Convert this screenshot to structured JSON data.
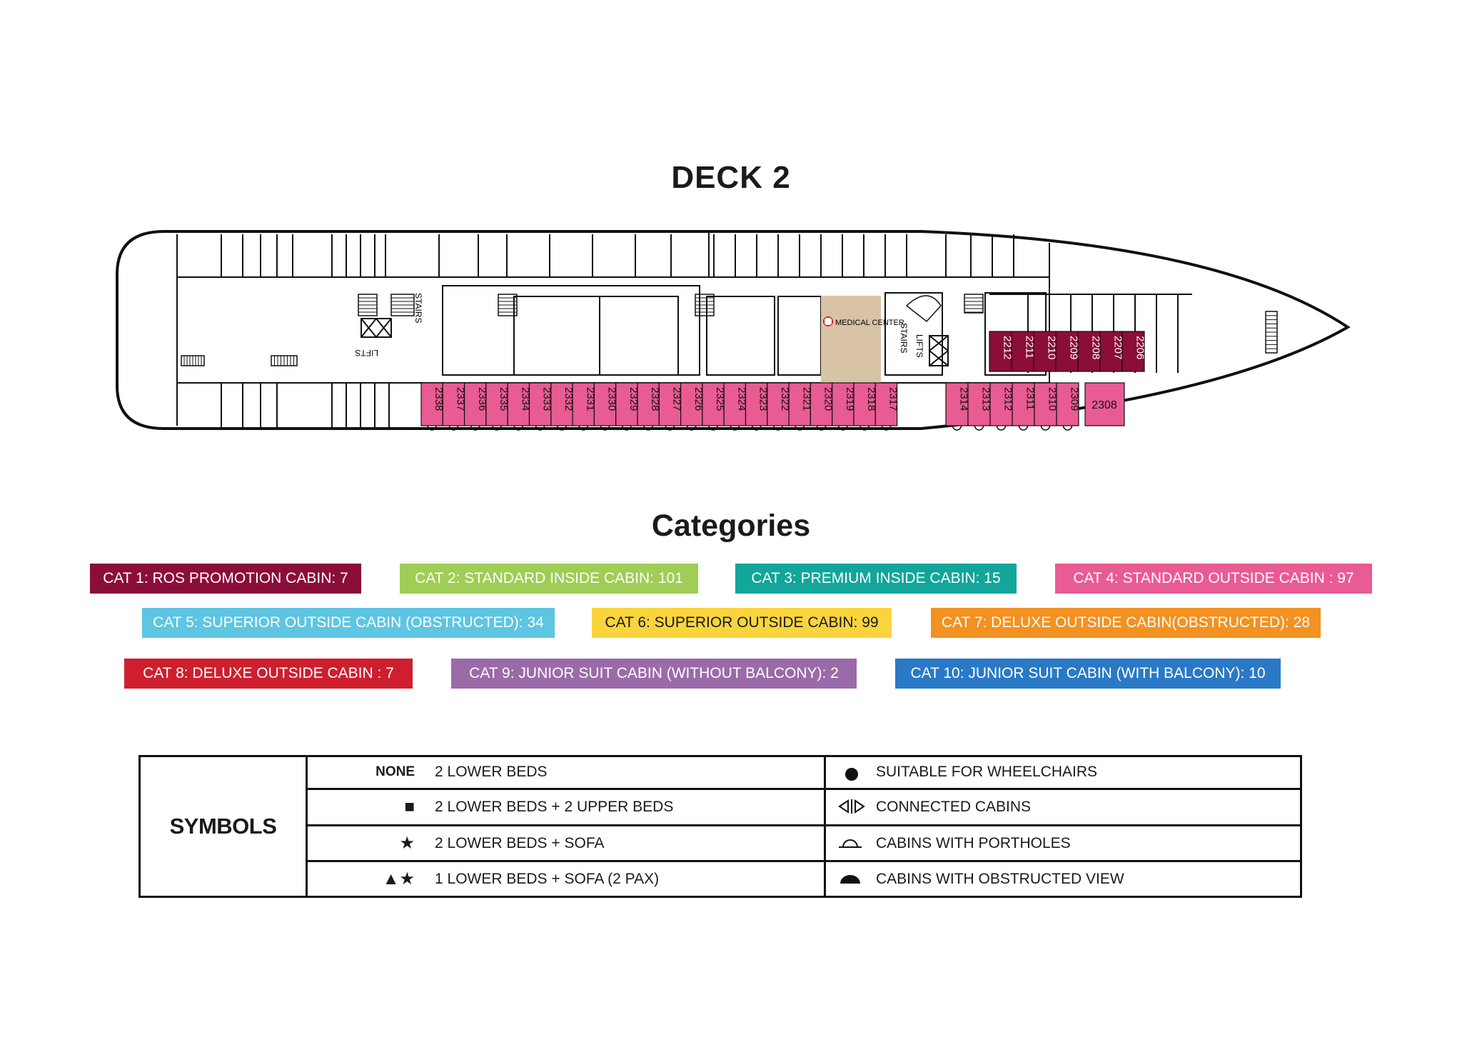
{
  "deck_title": "DECK 2",
  "plan": {
    "stairs_label": "STAIRS",
    "lifts_label": "LIFTS",
    "medical_center_label": "MEDICAL CENTER",
    "cabins_lower_aft": [
      "2338",
      "2337",
      "2336",
      "2335",
      "2334",
      "2333",
      "2332",
      "2331",
      "2330",
      "2329",
      "2328",
      "2327",
      "2326",
      "2325",
      "2324",
      "2323",
      "2322",
      "2321",
      "2320",
      "2319",
      "2318",
      "2317"
    ],
    "cabins_lower_fwd": [
      "2314",
      "2313",
      "2312",
      "2311",
      "2310",
      "2309"
    ],
    "cabin_2308": "2308",
    "cabins_upper": [
      "2212",
      "2211",
      "2210",
      "2209",
      "2208",
      "2207",
      "2206"
    ],
    "colors": {
      "cat1": "#8b0d3a",
      "cat4": "#e95b93",
      "medical": "#d9c3a5"
    }
  },
  "categories_title": "Categories",
  "categories": [
    {
      "label": "CAT 1: ROS PROMOTION CABIN: 7",
      "color": "#8b0d3a"
    },
    {
      "label": "CAT 2: STANDARD INSIDE CABIN: 101",
      "color": "#9fcd55"
    },
    {
      "label": "CAT 3: PREMIUM INSIDE CABIN: 15",
      "color": "#12a59a"
    },
    {
      "label": "CAT 4: STANDARD OUTSIDE CABIN : 97",
      "color": "#e95b93"
    },
    {
      "label": "CAT 5: SUPERIOR OUTSIDE CABIN (OBSTRUCTED): 34",
      "color": "#5ec5e2"
    },
    {
      "label": "CAT 6: SUPERIOR OUTSIDE CABIN: 99",
      "color": "#f9d43d"
    },
    {
      "label": "CAT 7: DELUXE OUTSIDE CABIN(OBSTRUCTED): 28",
      "color": "#f39121"
    },
    {
      "label": "CAT 8: DELUXE OUTSIDE CABIN : 7",
      "color": "#cf1f2e"
    },
    {
      "label": "CAT 9: JUNIOR SUIT CABIN (WITHOUT BALCONY): 2",
      "color": "#9b6aa9"
    },
    {
      "label": "CAT 10: JUNIOR SUIT CABIN (WITH BALCONY): 10",
      "color": "#2a79c7"
    }
  ],
  "symbols": {
    "heading": "SYMBOLS",
    "left": [
      {
        "glyph": "NONE",
        "icon": "none",
        "text": "2 LOWER BEDS"
      },
      {
        "glyph": "■",
        "icon": "square-icon",
        "text": "2 LOWER BEDS + 2 UPPER BEDS"
      },
      {
        "glyph": "★",
        "icon": "star-icon",
        "text": "2 LOWER BEDS + SOFA"
      },
      {
        "glyph": "▲★",
        "icon": "triangle-star-icon",
        "text": "1 LOWER BEDS + SOFA (2 PAX)"
      }
    ],
    "right": [
      {
        "icon": "dot-icon",
        "text": "SUITABLE FOR WHEELCHAIRS"
      },
      {
        "icon": "connected-cabins-icon",
        "text": "CONNECTED CABINS"
      },
      {
        "icon": "porthole-icon",
        "text": "CABINS WITH PORTHOLES"
      },
      {
        "icon": "obstructed-view-icon",
        "text": "CABINS WITH OBSTRUCTED VIEW"
      }
    ]
  }
}
